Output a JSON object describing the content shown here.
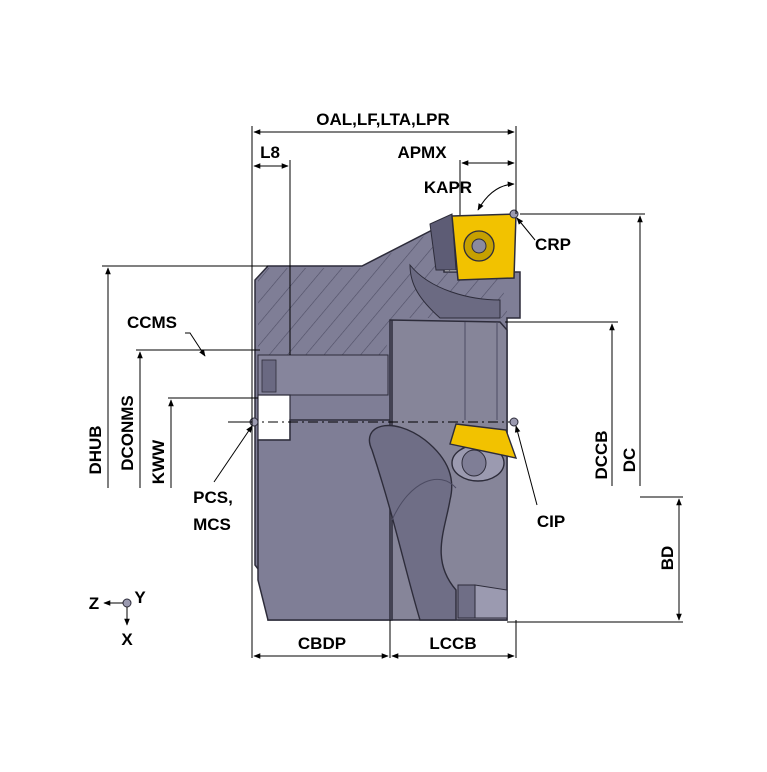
{
  "diagram": {
    "labels": {
      "oal": "OAL,LF,LTA,LPR",
      "l8": "L8",
      "apmx": "APMX",
      "kapr": "KAPR",
      "crp": "CRP",
      "ccms": "CCMS",
      "dhub": "DHUB",
      "dconms": "DCONMS",
      "kww": "KWW",
      "pcs_line1": "PCS,",
      "pcs_line2": "MCS",
      "dccb": "DCCB",
      "dc": "DC",
      "cip": "CIP",
      "bd": "BD",
      "cbdp": "CBDP",
      "lccb": "LCCB"
    },
    "axes": {
      "z": "Z",
      "y": "Y",
      "x": "X"
    },
    "colors": {
      "body": "#7f7e96",
      "body_dark": "#5d5c75",
      "body_light": "#9b9ab0",
      "insert": "#f2c200",
      "dimension_line": "#000000"
    }
  }
}
